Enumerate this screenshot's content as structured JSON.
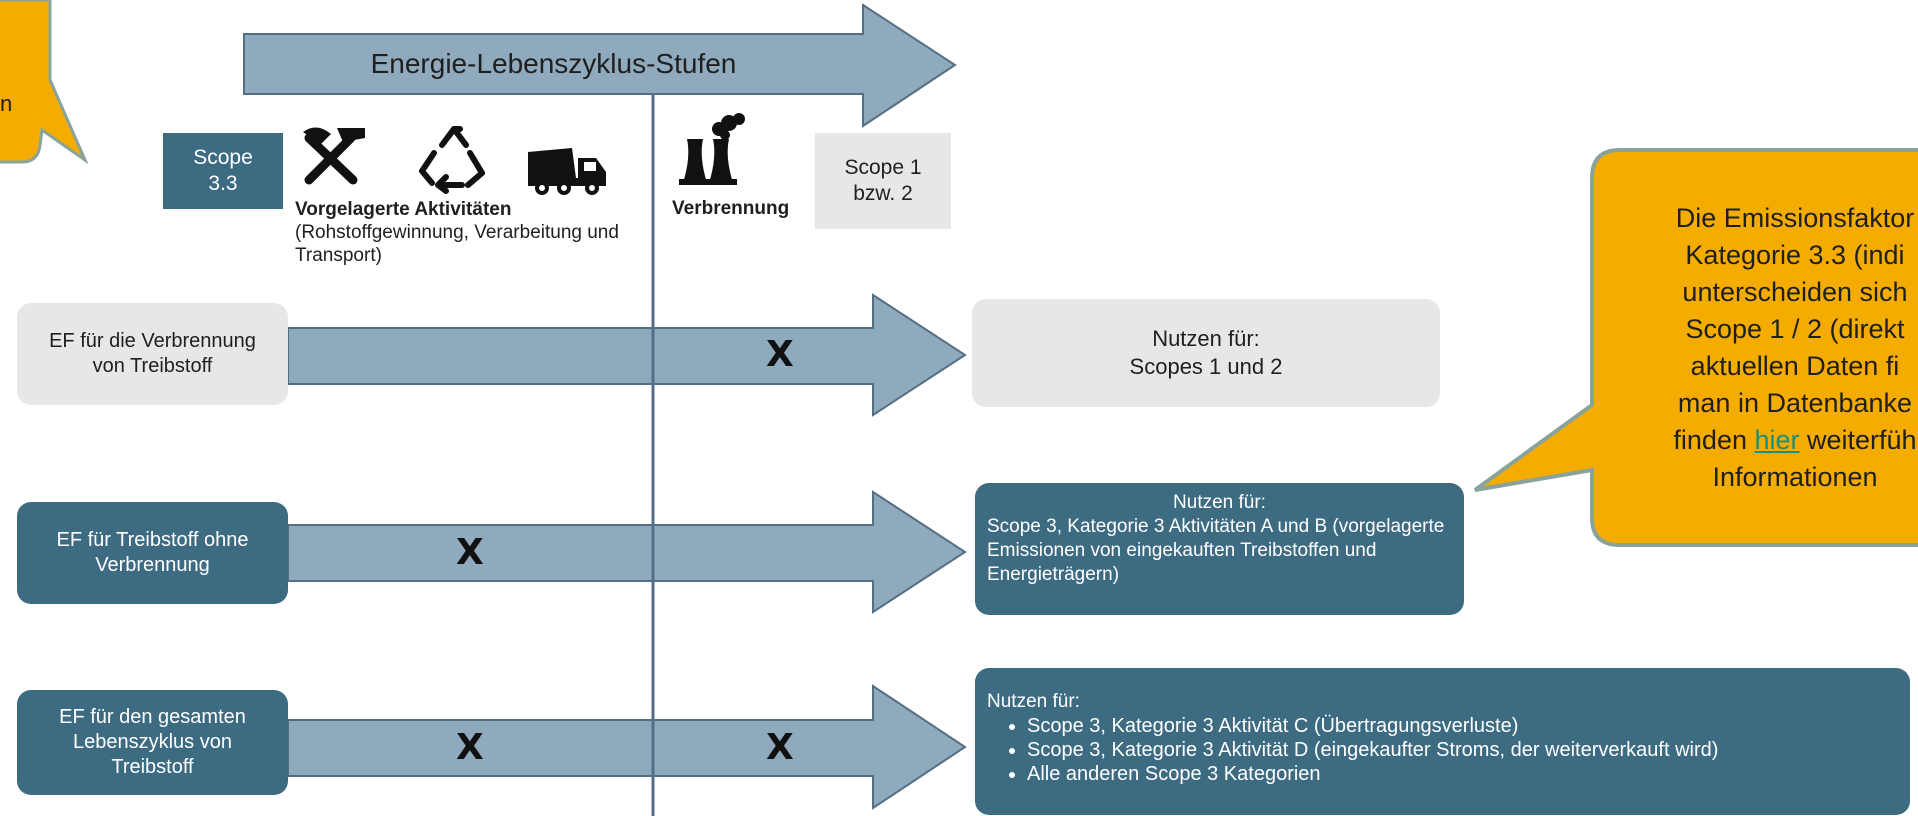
{
  "header_arrow_label": "Energie-Lebenszyklus-Stufen",
  "scope33": "Scope 3.3",
  "scope12": "Scope 1 bzw. 2",
  "upstream_title": "Vorgelagerte Aktivitäten",
  "upstream_desc": "(Rohstoffgewinnung, Verarbeitung und Transport)",
  "combustion_label": "Verbrennung",
  "rows": [
    {
      "label": "EF für die Verbrennung von Treibstoff",
      "use_heading": "Nutzen für:",
      "use_text": "Scopes 1 und 2"
    },
    {
      "label": "EF für Treibstoff ohne Verbrennung",
      "use_heading": "Nutzen für:",
      "use_text": "Scope 3, Kategorie 3 Aktivitäten A und B (vorgelagerte Emissionen von eingekauften Treibstoffen und Energieträgern)"
    },
    {
      "label": "EF für den gesamten Lebenszyklus von Treibstoff",
      "use_heading": "Nutzen für:",
      "use_items": [
        "Scope 3, Kategorie 3 Aktivität C (Übertragungsverluste)",
        "Scope 3, Kategorie 3 Aktivität D (eingekaufter Stroms, der weiterverkauft wird)",
        "Alle anderen Scope 3 Kategorien"
      ]
    }
  ],
  "x_mark": "X",
  "callout_left_fragment": "n",
  "callout_right": {
    "lines": [
      "Die Emissionsfaktor",
      "Kategorie 3.3 (indi",
      "unterscheiden sich",
      "Scope 1 / 2 (direkt",
      "aktuellen Daten fi",
      "man in Datenbanke"
    ],
    "last_before": "finden ",
    "link": "hier",
    "last_after": " weiterfüh",
    "final_line": "Informationen"
  },
  "colors": {
    "arrow": "#8fa9bd",
    "dark": "#3d6b82",
    "light": "#e7e7e8",
    "callout": "#f5ac00",
    "callout_border": "#8aa39a"
  }
}
